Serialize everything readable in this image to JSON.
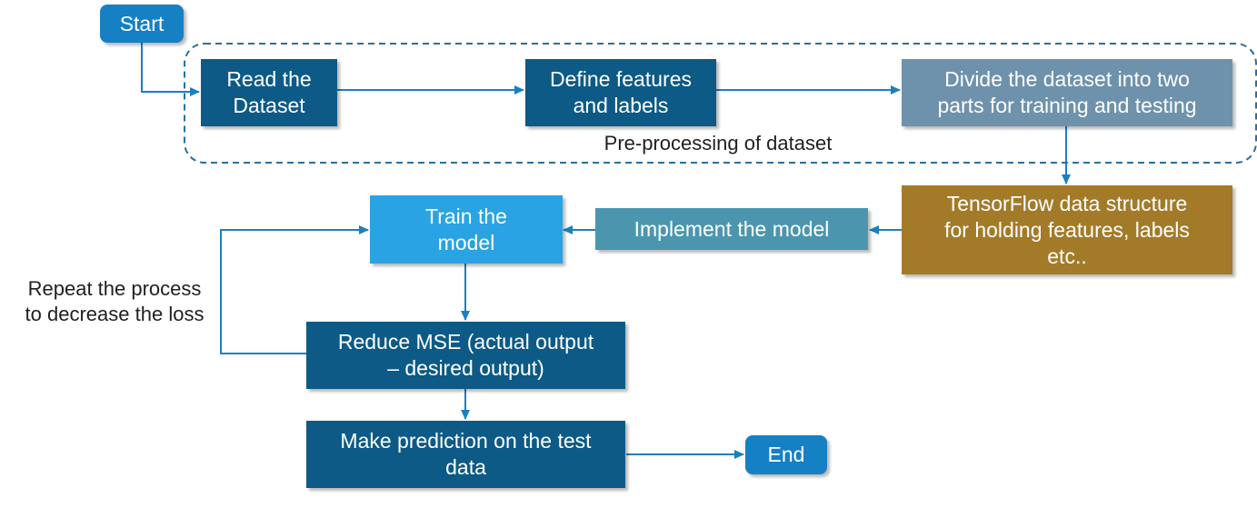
{
  "colors": {
    "dark_blue": "#0d5a86",
    "start_end_blue": "#1580c4",
    "gray_blue": "#6e92ac",
    "light_blue": "#29a3e3",
    "teal": "#4b96ae",
    "gold": "#a37b28",
    "connector": "#1a80bf",
    "group_border": "#2a6f9a"
  },
  "nodes": {
    "start": "Start",
    "read_dataset": "Read the\nDataset",
    "define_features": "Define features\nand labels",
    "divide_dataset": "Divide the dataset into two\nparts for training and testing",
    "tensorflow_structure": "TensorFlow data structure\nfor holding features, labels\netc..",
    "implement_model": "Implement the model",
    "train_model": "Train the\nmodel",
    "reduce_mse": "Reduce MSE (actual output\n– desired output)",
    "make_prediction": "Make prediction on the test\ndata",
    "end": "End"
  },
  "labels": {
    "preprocessing_group": "Pre-processing of dataset",
    "repeat_loop": "Repeat the process\nto decrease the loss"
  },
  "edges": [
    {
      "from": "start",
      "to": "read_dataset"
    },
    {
      "from": "read_dataset",
      "to": "define_features"
    },
    {
      "from": "define_features",
      "to": "divide_dataset"
    },
    {
      "from": "divide_dataset",
      "to": "tensorflow_structure"
    },
    {
      "from": "tensorflow_structure",
      "to": "implement_model"
    },
    {
      "from": "implement_model",
      "to": "train_model"
    },
    {
      "from": "train_model",
      "to": "reduce_mse"
    },
    {
      "from": "reduce_mse",
      "to": "train_model",
      "label": "repeat_loop"
    },
    {
      "from": "reduce_mse",
      "to": "make_prediction"
    },
    {
      "from": "make_prediction",
      "to": "end"
    }
  ]
}
